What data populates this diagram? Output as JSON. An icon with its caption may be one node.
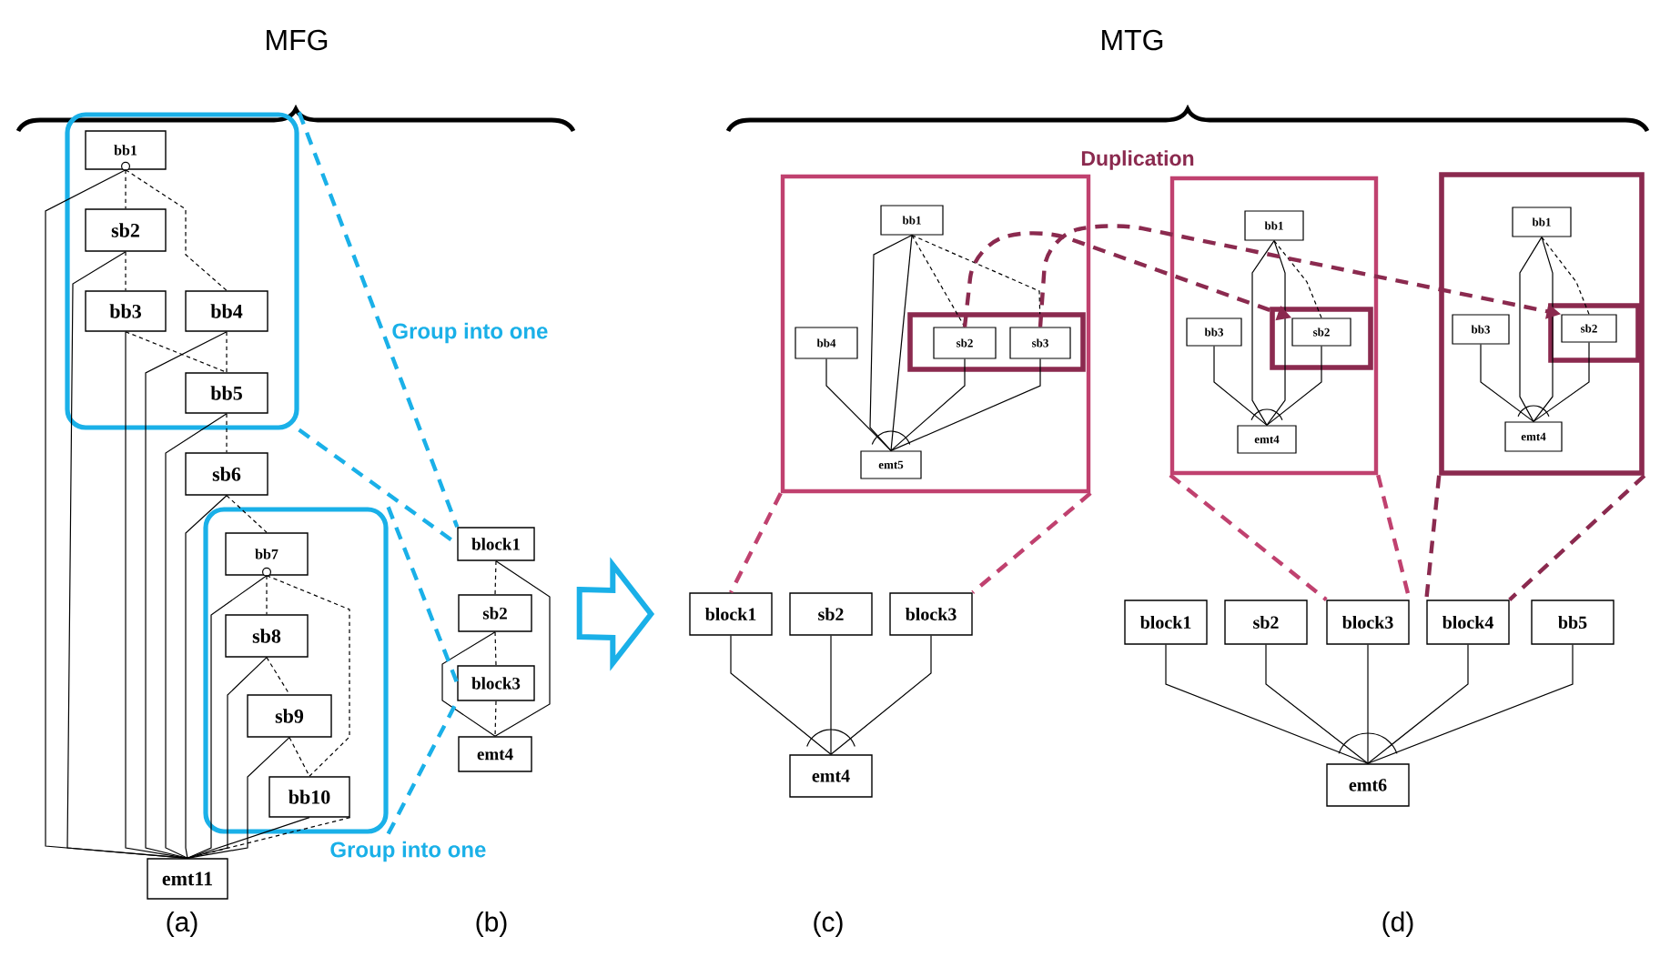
{
  "diagram": {
    "nodes": [
      {
        "text": [],
        "shape": "box"
      },
      {
        "text": [
          "bb1"
        ],
        "in": 0
      },
      {
        "text": [
          "sb2"
        ],
        "in": 0
      },
      {
        "text": [
          "bb3"
        ],
        "in": 0
      },
      {
        "text": [
          "bb4"
        ],
        "in": 0
      },
      {
        "text": [
          "bb5"
        ],
        "in": 0
      },
      {
        "text": [
          "sb6"
        ]
      },
      {
        "text": [],
        "shape": "box"
      },
      {
        "text": [
          "bb7"
        ],
        "in": 7
      },
      {
        "text": [
          "sb8"
        ],
        "in": 7
      },
      {
        "text": [
          "sb9"
        ],
        "in": 7
      },
      {
        "text": [
          "bb10"
        ],
        "in": 7
      },
      {
        "text": [
          "emt11"
        ]
      },
      {
        "text": [
          "block1"
        ]
      },
      {
        "text": [
          "sb2"
        ]
      },
      {
        "text": [
          "block3"
        ]
      },
      {
        "text": [
          "emt4"
        ]
      },
      {
        "text": [],
        "shape": "box"
      },
      {
        "text": [
          "bb1"
        ],
        "in": 17
      },
      {
        "text": [
          "bb4"
        ],
        "in": 17
      },
      {
        "text": [],
        "shape": "box",
        "in": 17
      },
      {
        "text": [
          "sb2"
        ],
        "in": 20
      },
      {
        "text": [
          "sb3"
        ],
        "in": 20
      },
      {
        "text": [
          "emt5"
        ],
        "in": 17
      },
      {
        "text": [
          "block1"
        ]
      },
      {
        "text": [
          "sb2"
        ]
      },
      {
        "text": [
          "block3"
        ]
      },
      {
        "text": [
          "emt4"
        ]
      },
      {
        "text": [],
        "shape": "box"
      },
      {
        "text": [
          "bb1"
        ],
        "in": 28
      },
      {
        "text": [
          "bb3"
        ],
        "in": 28
      },
      {
        "text": [],
        "shape": "box",
        "in": 28
      },
      {
        "text": [
          "sb2"
        ],
        "in": 31
      },
      {
        "text": [
          "emt4"
        ],
        "in": 28
      },
      {
        "text": [],
        "shape": "box"
      },
      {
        "text": [
          "bb1"
        ],
        "in": 34
      },
      {
        "text": [
          "bb3"
        ],
        "in": 34
      },
      {
        "text": [],
        "shape": "box",
        "in": 34
      },
      {
        "text": [
          "sb2"
        ],
        "in": 37
      },
      {
        "text": [
          "emt4"
        ],
        "in": 34
      },
      {
        "text": [
          "block1"
        ]
      },
      {
        "text": [
          "sb2"
        ]
      },
      {
        "text": [
          "block3"
        ]
      },
      {
        "text": [
          "block4"
        ]
      },
      {
        "text": [
          "bb5"
        ]
      },
      {
        "text": [
          "emt6"
        ]
      }
    ],
    "edges": [
      {
        "from": 1,
        "to": 2,
        "arrow": "none",
        "style": "dashed"
      },
      {
        "from": 1,
        "to": 4,
        "arrow": "none",
        "style": "dashed"
      },
      {
        "from": 1,
        "to": 12,
        "arrow": "none"
      },
      {
        "from": 2,
        "to": 3,
        "arrow": "none",
        "style": "dashed"
      },
      {
        "from": 2,
        "to": 12,
        "arrow": "none"
      },
      {
        "from": 3,
        "to": 12,
        "arrow": "none"
      },
      {
        "from": 3,
        "to": 5,
        "arrow": "none",
        "style": "dashed"
      },
      {
        "from": 4,
        "to": 5,
        "arrow": "none",
        "style": "dashed"
      },
      {
        "from": 4,
        "to": 12,
        "arrow": "none"
      },
      {
        "from": 5,
        "to": 6,
        "arrow": "none",
        "style": "dashed"
      },
      {
        "from": 5,
        "to": 12,
        "arrow": "none"
      },
      {
        "from": 6,
        "to": 8,
        "arrow": "none",
        "style": "dashed"
      },
      {
        "from": 6,
        "to": 12,
        "arrow": "none"
      },
      {
        "from": 8,
        "to": 9,
        "arrow": "none",
        "style": "dashed"
      },
      {
        "from": 8,
        "to": 11,
        "arrow": "none",
        "style": "dashed"
      },
      {
        "from": 8,
        "to": 12,
        "arrow": "none"
      },
      {
        "from": 9,
        "to": 10,
        "arrow": "none",
        "style": "dashed"
      },
      {
        "from": 9,
        "to": 12,
        "arrow": "none"
      },
      {
        "from": 10,
        "to": 11,
        "arrow": "none",
        "style": "dashed"
      },
      {
        "from": 10,
        "to": 12,
        "arrow": "none"
      },
      {
        "from": 11,
        "to": 12,
        "arrow": "none"
      },
      {
        "from": 11,
        "to": 12,
        "arrow": "none",
        "style": "dashed"
      },
      {
        "from": 13,
        "to": 14,
        "arrow": "none",
        "style": "dashed"
      },
      {
        "from": 14,
        "to": 15,
        "arrow": "none",
        "style": "dashed"
      },
      {
        "from": 15,
        "to": 16,
        "arrow": "none",
        "style": "dashed"
      },
      {
        "from": 13,
        "to": 16,
        "arrow": "none"
      },
      {
        "from": 14,
        "to": 16,
        "arrow": "none"
      },
      {
        "from": 0,
        "to": 13,
        "arrow": "none",
        "style": "dashed",
        "color": "#1ab0e8"
      },
      {
        "from": 0,
        "to": 13,
        "arrow": "none",
        "style": "dashed",
        "color": "#1ab0e8"
      },
      {
        "from": 7,
        "to": 15,
        "arrow": "none",
        "style": "dashed",
        "color": "#1ab0e8"
      },
      {
        "from": 7,
        "to": 15,
        "arrow": "none",
        "style": "dashed",
        "color": "#1ab0e8"
      },
      {
        "from": 18,
        "to": 23,
        "arrow": "none"
      },
      {
        "from": 18,
        "to": 23,
        "arrow": "none"
      },
      {
        "from": 18,
        "to": 21,
        "arrow": "none",
        "style": "dashed"
      },
      {
        "from": 18,
        "to": 22,
        "arrow": "none",
        "style": "dashed"
      },
      {
        "from": 19,
        "to": 23,
        "arrow": "none"
      },
      {
        "from": 21,
        "to": 23,
        "arrow": "none"
      },
      {
        "from": 22,
        "to": 23,
        "arrow": "none"
      },
      {
        "from": 24,
        "to": 27,
        "arrow": "none"
      },
      {
        "from": 25,
        "to": 27,
        "arrow": "none"
      },
      {
        "from": 26,
        "to": 27,
        "arrow": "none"
      },
      {
        "from": 29,
        "to": 33,
        "arrow": "none"
      },
      {
        "from": 29,
        "to": 33,
        "arrow": "none"
      },
      {
        "from": 29,
        "to": 32,
        "arrow": "none",
        "style": "dashed"
      },
      {
        "from": 30,
        "to": 33,
        "arrow": "none"
      },
      {
        "from": 32,
        "to": 33,
        "arrow": "none"
      },
      {
        "from": 35,
        "to": 39,
        "arrow": "none"
      },
      {
        "from": 35,
        "to": 39,
        "arrow": "none"
      },
      {
        "from": 35,
        "to": 38,
        "arrow": "none",
        "style": "dashed"
      },
      {
        "from": 36,
        "to": 39,
        "arrow": "none"
      },
      {
        "from": 38,
        "to": 39,
        "arrow": "none"
      },
      {
        "from": 40,
        "to": 45,
        "arrow": "none"
      },
      {
        "from": 41,
        "to": 45,
        "arrow": "none"
      },
      {
        "from": 42,
        "to": 45,
        "arrow": "none"
      },
      {
        "from": 43,
        "to": 45,
        "arrow": "none"
      },
      {
        "from": 44,
        "to": 45,
        "arrow": "none"
      },
      {
        "from": 17,
        "to": 24,
        "arrow": "none",
        "style": "dashed",
        "color": "#c0416f"
      },
      {
        "from": 17,
        "to": 26,
        "arrow": "none",
        "style": "dashed",
        "color": "#c0416f"
      },
      {
        "from": 28,
        "to": 42,
        "arrow": "none",
        "style": "dashed",
        "color": "#c0416f"
      },
      {
        "from": 28,
        "to": 42,
        "arrow": "none",
        "style": "dashed",
        "color": "#c0416f"
      },
      {
        "from": 34,
        "to": 43,
        "arrow": "none",
        "style": "dashed",
        "color": "#8b2a4f"
      },
      {
        "from": 34,
        "to": 43,
        "arrow": "none",
        "style": "dashed",
        "color": "#8b2a4f"
      },
      {
        "from": 21,
        "to": 32,
        "arrow": "to",
        "style": "dashed",
        "color": "#8b2a4f"
      },
      {
        "from": 22,
        "to": 38,
        "arrow": "to",
        "style": "dashed",
        "color": "#8b2a4f"
      },
      {
        "from": 14,
        "to": 24,
        "arrow": "to",
        "style": "thick",
        "color": "#1ab0e8"
      }
    ],
    "labels": [
      "MFG",
      "MTG",
      "Duplication",
      "Group into one",
      "Group into one",
      "(a)",
      "(b)",
      "(c)",
      "(d)"
    ]
  }
}
